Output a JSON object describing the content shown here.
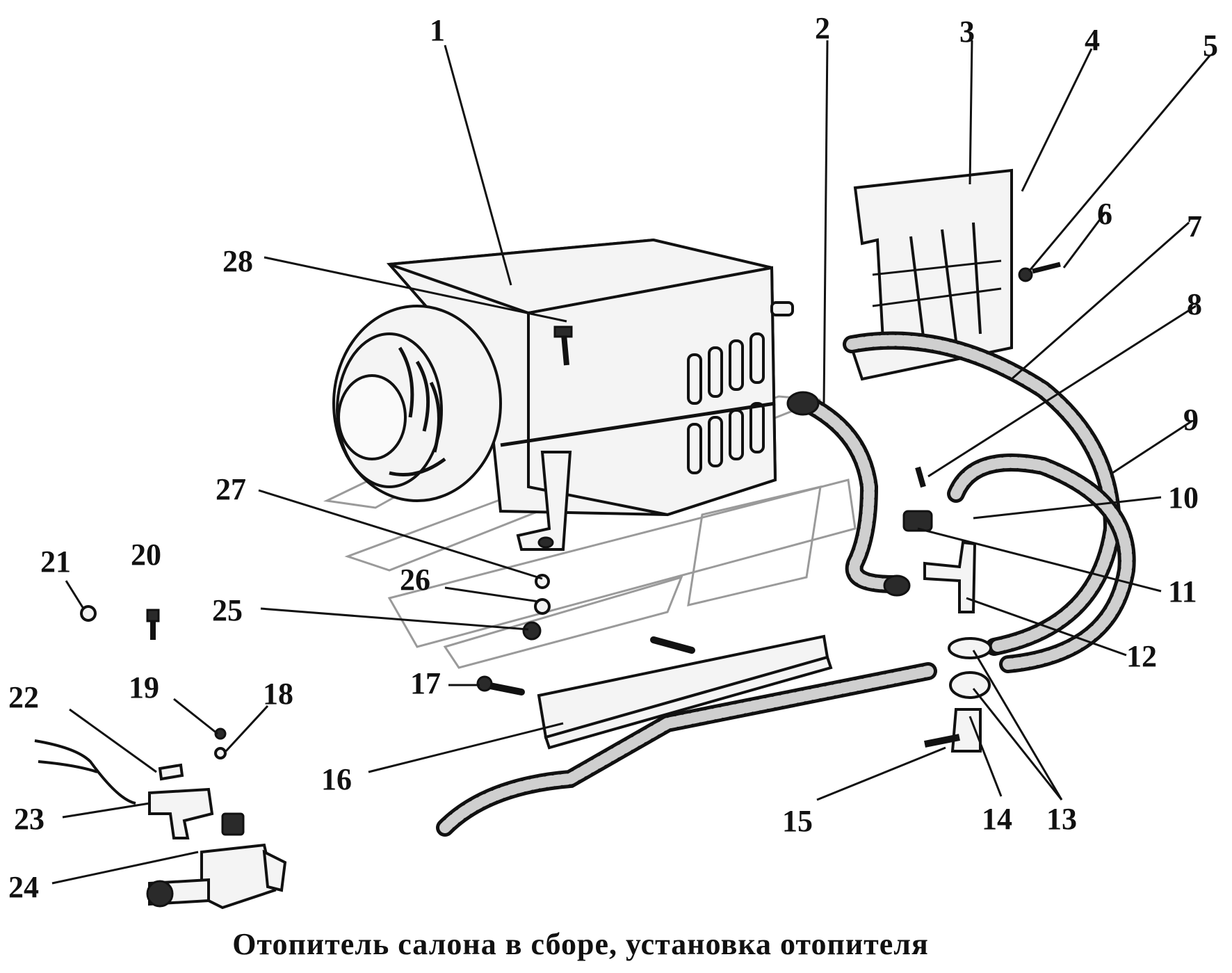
{
  "caption": "Отопитель салона в сборе, установка отопителя",
  "callouts": [
    "1",
    "2",
    "3",
    "4",
    "5",
    "6",
    "7",
    "8",
    "9",
    "10",
    "11",
    "12",
    "13",
    "14",
    "15",
    "16",
    "17",
    "18",
    "19",
    "20",
    "21",
    "22",
    "23",
    "24",
    "25",
    "26",
    "27",
    "28"
  ],
  "icons": {
    "heater_unit": "heater-assembly-icon",
    "mounting_bracket": "bracket-icon",
    "hoses": "hose-icon",
    "valve": "tap-valve-icon",
    "frame_rail": "rail-icon",
    "watermark": "publisher-logo-watermark"
  }
}
